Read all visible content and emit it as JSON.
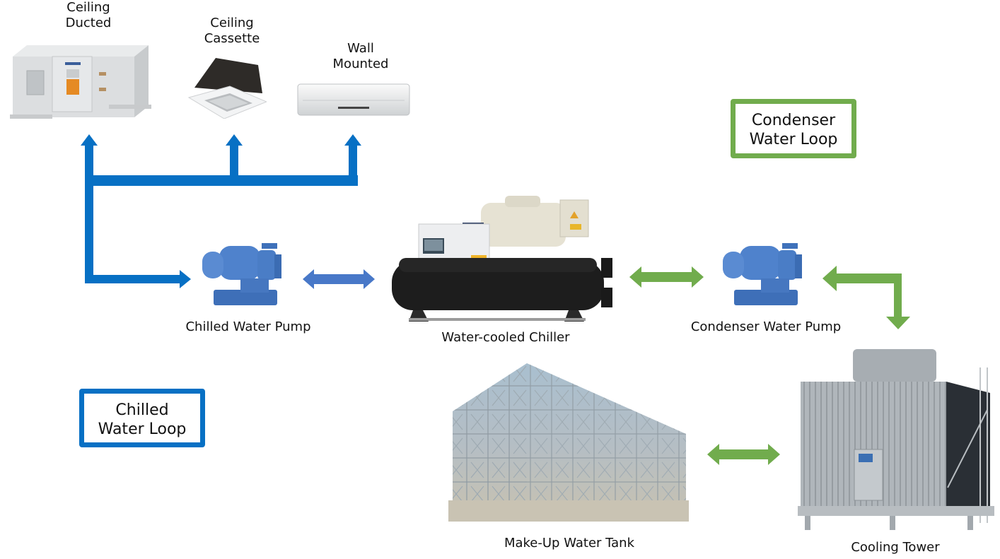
{
  "colors": {
    "chilled_loop": "#0770c4",
    "chilled_link": "#4878c8",
    "condenser_loop": "#71ac4d"
  },
  "terminal_units": [
    {
      "label_line1": "Ceiling",
      "label_line2": "Ducted",
      "icon": "ceiling-ducted-unit-icon"
    },
    {
      "label_line1": "Ceiling",
      "label_line2": "Cassette",
      "icon": "ceiling-cassette-icon"
    },
    {
      "label_line1": "Wall",
      "label_line2": "Mounted",
      "icon": "wall-mounted-ac-icon"
    }
  ],
  "loops": {
    "chilled": {
      "line1": "Chilled",
      "line2": "Water Loop"
    },
    "condenser": {
      "line1": "Condenser",
      "line2": "Water Loop"
    }
  },
  "equipment": {
    "chilled_pump": {
      "label": "Chilled Water Pump",
      "icon": "pump-icon"
    },
    "chiller": {
      "label": "Water-cooled Chiller",
      "icon": "chiller-icon"
    },
    "condenser_pump": {
      "label": "Condenser Water Pump",
      "icon": "pump-icon"
    },
    "tank": {
      "label": "Make-Up Water Tank",
      "icon": "water-tank-icon"
    },
    "tower": {
      "label": "Cooling Tower",
      "icon": "cooling-tower-icon"
    }
  },
  "connections": [
    {
      "from": "Chilled Water Pump",
      "to": "Ceiling Ducted / Ceiling Cassette / Wall Mounted",
      "loop": "chilled"
    },
    {
      "from": "Chilled Water Pump",
      "to": "Water-cooled Chiller",
      "loop": "chilled",
      "bidirectional": true
    },
    {
      "from": "Water-cooled Chiller",
      "to": "Condenser Water Pump",
      "loop": "condenser",
      "bidirectional": true
    },
    {
      "from": "Condenser Water Pump",
      "to": "Cooling Tower",
      "loop": "condenser",
      "bidirectional": true
    },
    {
      "from": "Make-Up Water Tank",
      "to": "Cooling Tower",
      "loop": "condenser",
      "bidirectional": true
    }
  ]
}
